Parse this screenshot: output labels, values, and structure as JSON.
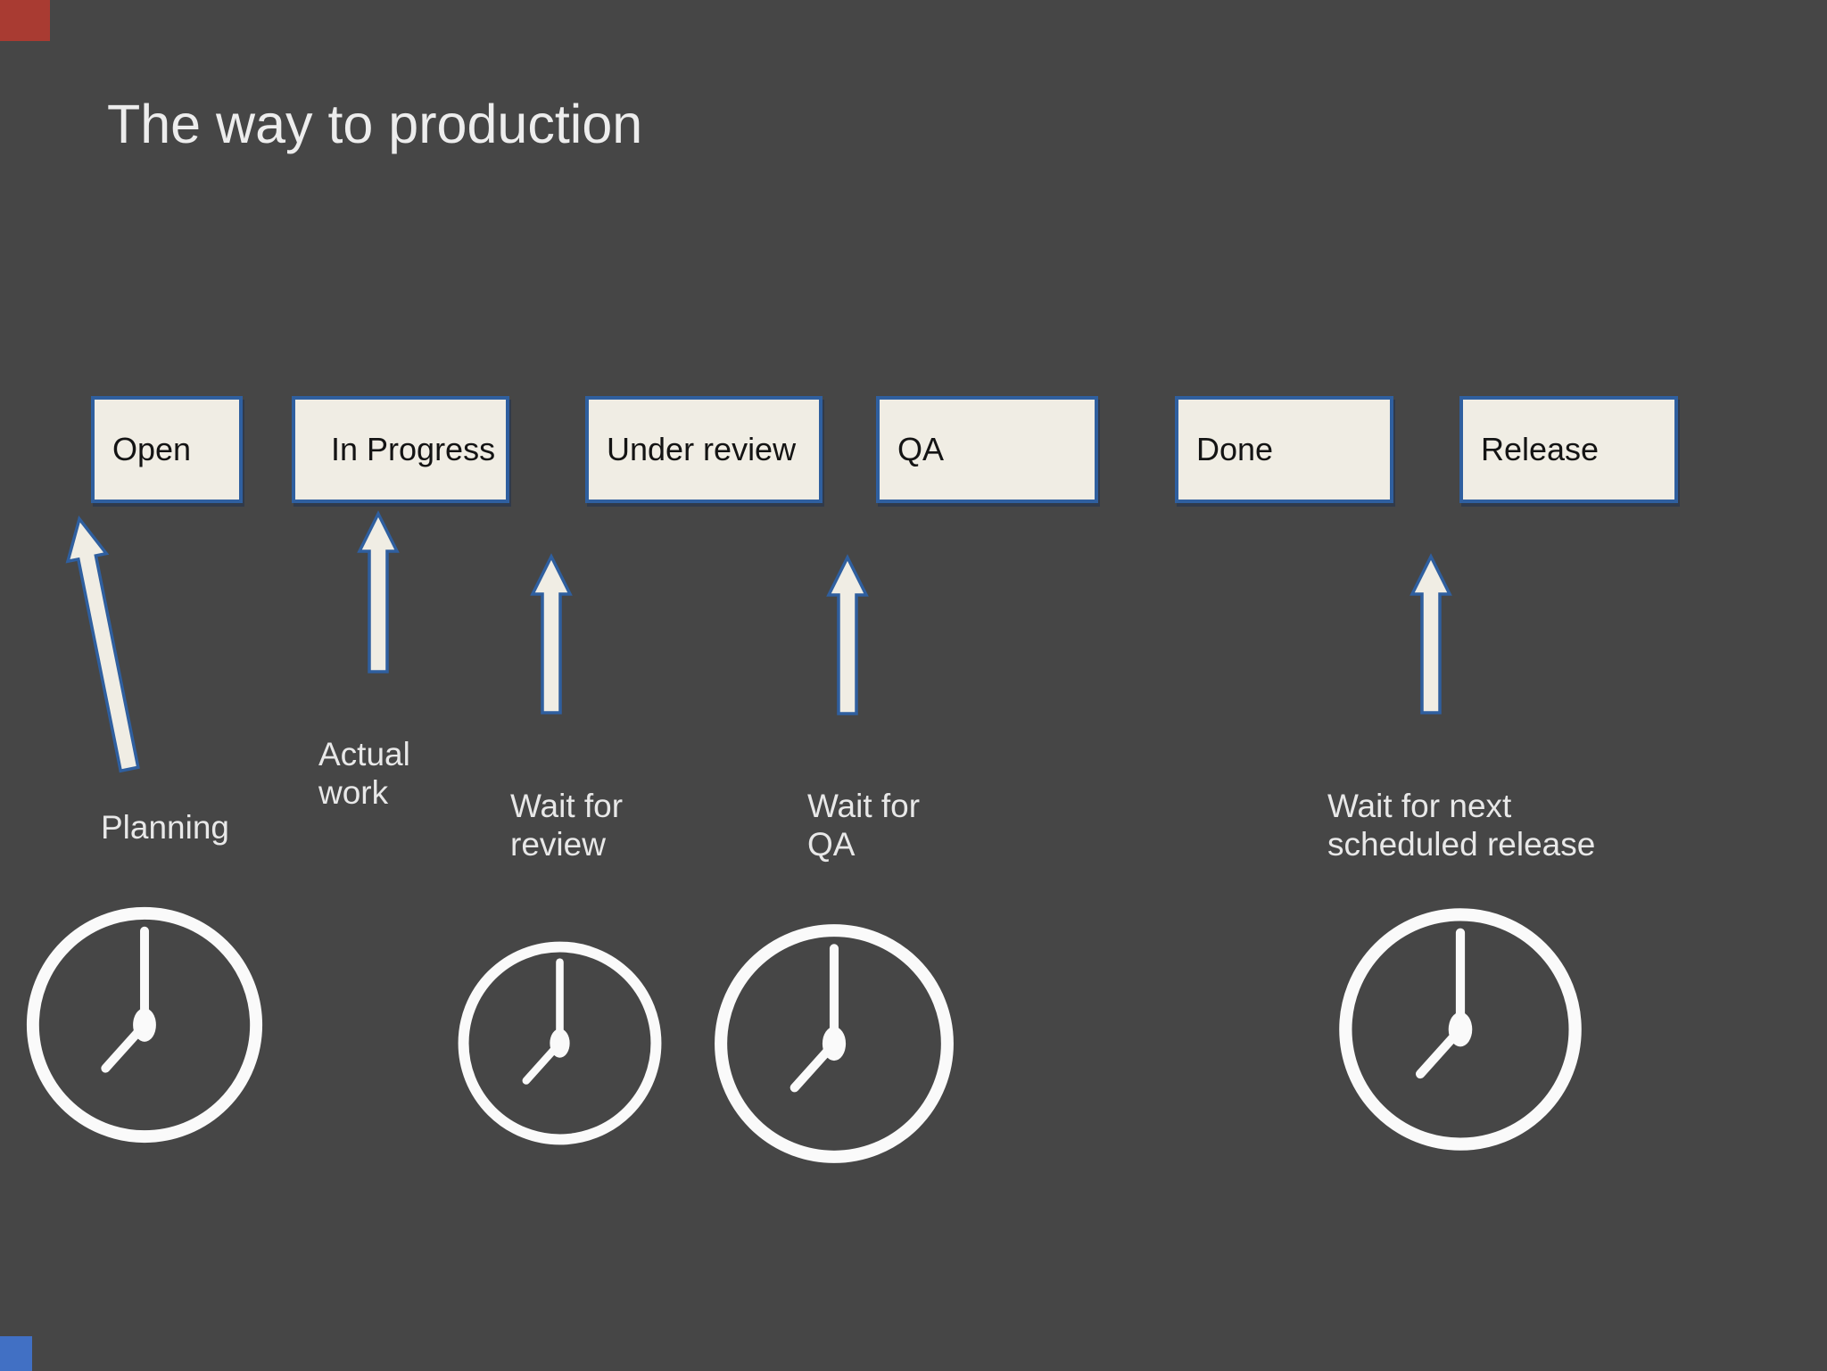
{
  "slide": {
    "title": "The way to production",
    "background_color": "#464646",
    "colors": {
      "stage_fill": "#f0ede4",
      "stage_border": "#2f5f9f",
      "stage_text": "#141414",
      "light_text": "#e8e8e8",
      "clock": "#ffffff",
      "arrow_fill": "#f0ede4",
      "arrow_outline": "#2f5f9f",
      "top_left_mark": "#a93b32",
      "bottom_left_mark": "#4170c4"
    },
    "stages": [
      {
        "label": "Open"
      },
      {
        "label": "In Progress"
      },
      {
        "label": "Under review"
      },
      {
        "label": "QA"
      },
      {
        "label": "Done"
      },
      {
        "label": "Release"
      }
    ],
    "annotations": [
      {
        "id": "planning",
        "lines": [
          "Planning"
        ]
      },
      {
        "id": "actual-work",
        "lines": [
          "Actual",
          "work"
        ]
      },
      {
        "id": "wait-review",
        "lines": [
          "Wait for",
          "review"
        ]
      },
      {
        "id": "wait-qa",
        "lines": [
          "Wait for",
          "QA"
        ]
      },
      {
        "id": "wait-release",
        "lines": [
          "Wait for next",
          "scheduled release"
        ]
      }
    ]
  }
}
